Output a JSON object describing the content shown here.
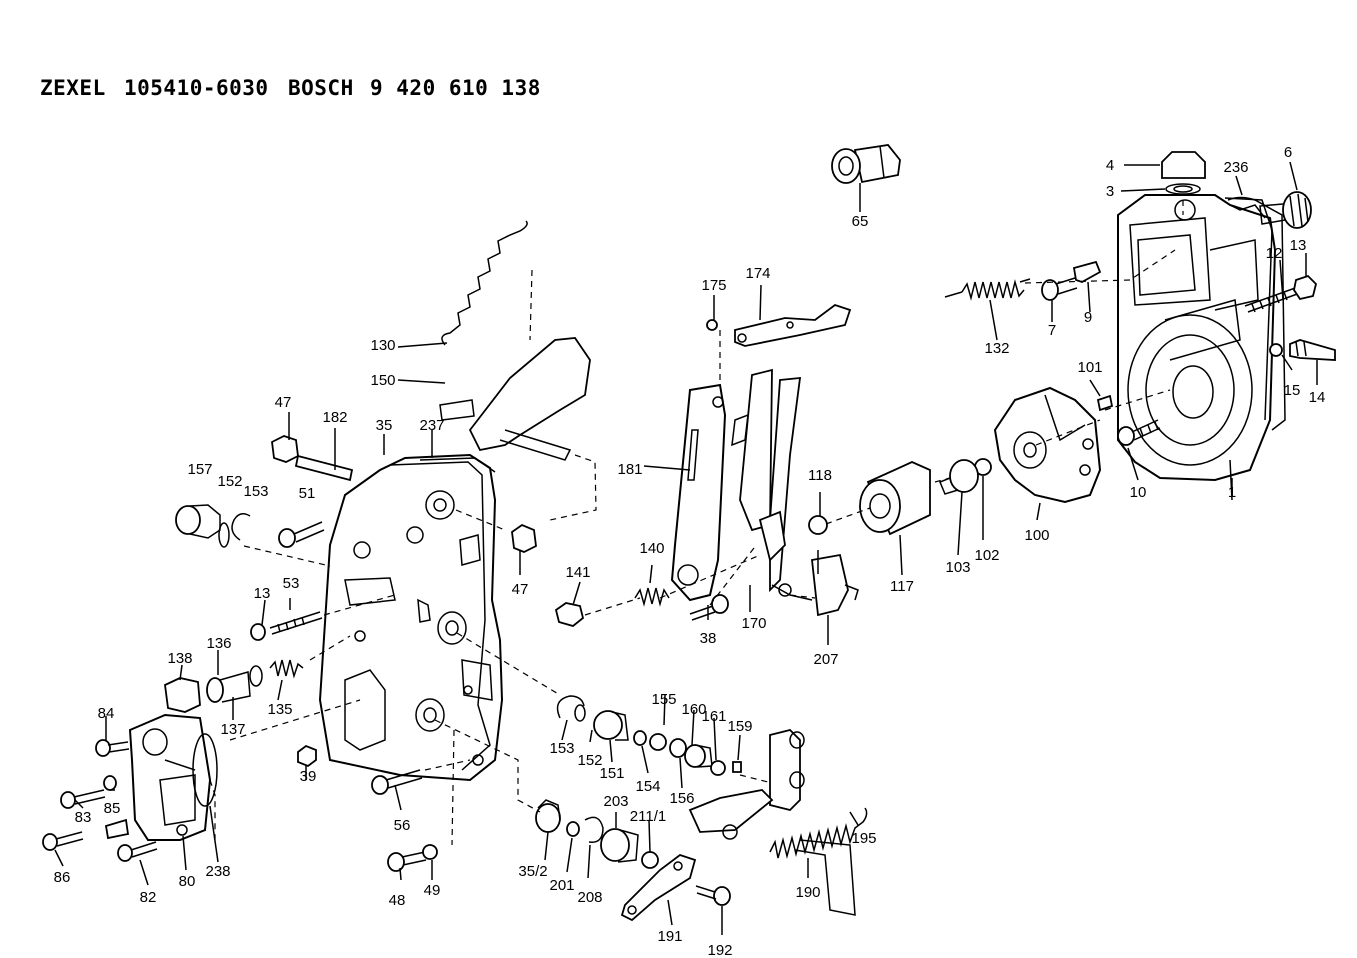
{
  "header": {
    "brand": "ZEXEL",
    "part_number": "105410-6030",
    "brand2": "BOSCH",
    "part_number2": "9 420 610 138"
  },
  "callouts": [
    "4",
    "3",
    "236",
    "6",
    "13",
    "12",
    "65",
    "175",
    "174",
    "132",
    "7",
    "9",
    "15",
    "14",
    "101",
    "10",
    "1",
    "130",
    "150",
    "47",
    "182",
    "35",
    "237",
    "181",
    "118",
    "100",
    "102",
    "103",
    "117",
    "157",
    "152",
    "153",
    "51",
    "140",
    "141",
    "38",
    "170",
    "207",
    "13",
    "53",
    "138",
    "136",
    "137",
    "135",
    "84",
    "39",
    "56",
    "153",
    "152",
    "151",
    "155",
    "154",
    "160",
    "156",
    "161",
    "159",
    "203",
    "211/1",
    "195",
    "35/2",
    "201",
    "208",
    "190",
    "83",
    "85",
    "86",
    "82",
    "80",
    "238",
    "48",
    "49",
    "191",
    "192",
    "47"
  ]
}
